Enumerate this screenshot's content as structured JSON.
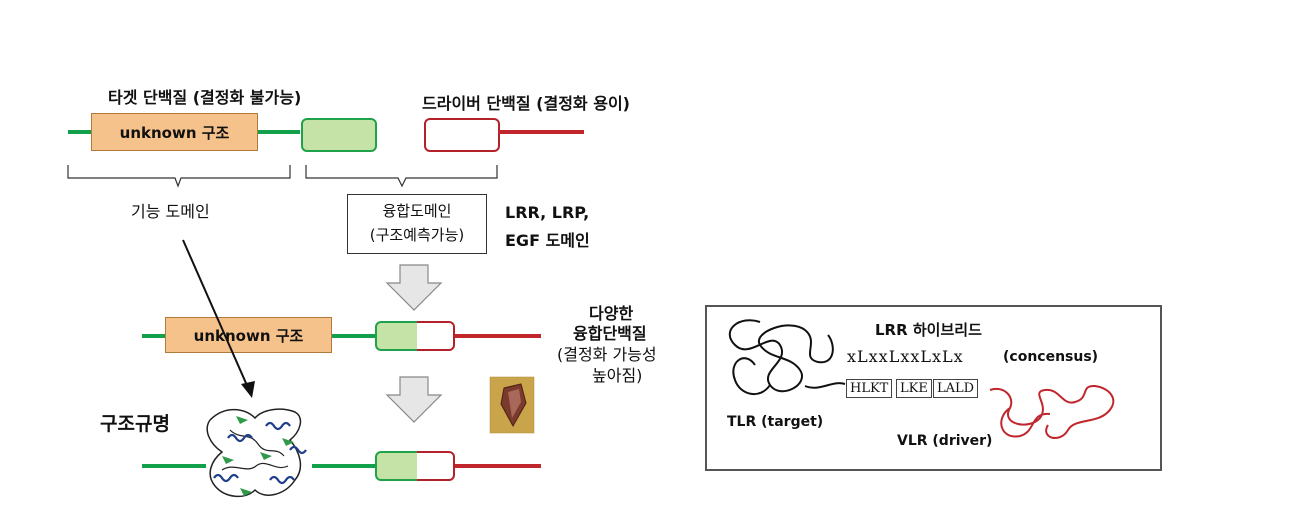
{
  "labels": {
    "target_protein": "타겟 단백질 (결정화 불가능)",
    "driver_protein": "드라이버 단백질 (결정화 용이)",
    "unknown_structure": "unknown 구조",
    "functional_domain": "기능 도메인",
    "fusion_domain_line1": "융합도메인",
    "fusion_domain_line2": "(구조예측가능)",
    "domain_examples_line1": "LRR,  LRP,",
    "domain_examples_line2": "EGF  도메인",
    "various_fusion_line1": "다양한",
    "various_fusion_line2": "융합단백질",
    "various_fusion_line3": "(결정화 가능성",
    "various_fusion_line4": "높아짐)",
    "structure_determination": "구조규명"
  },
  "panel": {
    "title": "LRR 하이브리드",
    "consensus": "xLxxLxxLxLx",
    "consensus_label": "(concensus)",
    "seq_group1": "HLKT",
    "seq_group2": "LKE",
    "seq_group3": "LALD",
    "tlr_label": "TLR (target)",
    "vlr_label": "VLR (driver)"
  },
  "colors": {
    "target_line": "#12a14a",
    "driver_line": "#c0262c",
    "unknown_box": "#f6c28b",
    "fusion_green": "#c6e3a7",
    "arrow_fill": "#e6e6e6"
  }
}
